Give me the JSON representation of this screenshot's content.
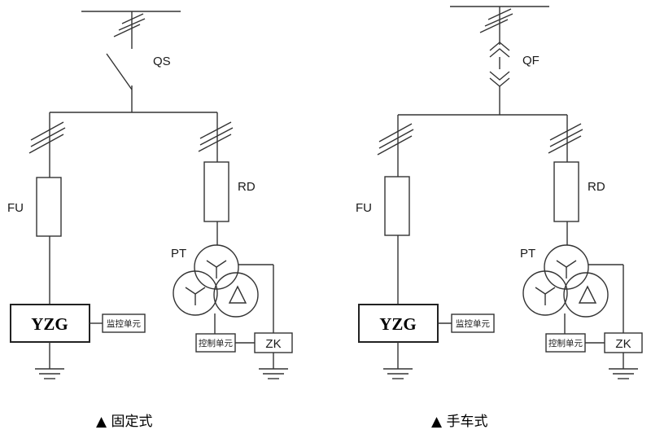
{
  "fixed": {
    "switch_label": "QS",
    "fuse_label": "FU",
    "fuse2_label": "RD",
    "pt_label": "PT",
    "yzg_label": "YZG",
    "monitor_label": "监控单元",
    "control_label": "控制单元",
    "zk_label": "ZK",
    "caption": "▲  固定式"
  },
  "cart": {
    "switch_label": "QF",
    "fuse_label": "FU",
    "fuse2_label": "RD",
    "pt_label": "PT",
    "yzg_label": "YZG",
    "monitor_label": "监控单元",
    "control_label": "控制单元",
    "zk_label": "ZK",
    "caption": "▲  手车式"
  }
}
